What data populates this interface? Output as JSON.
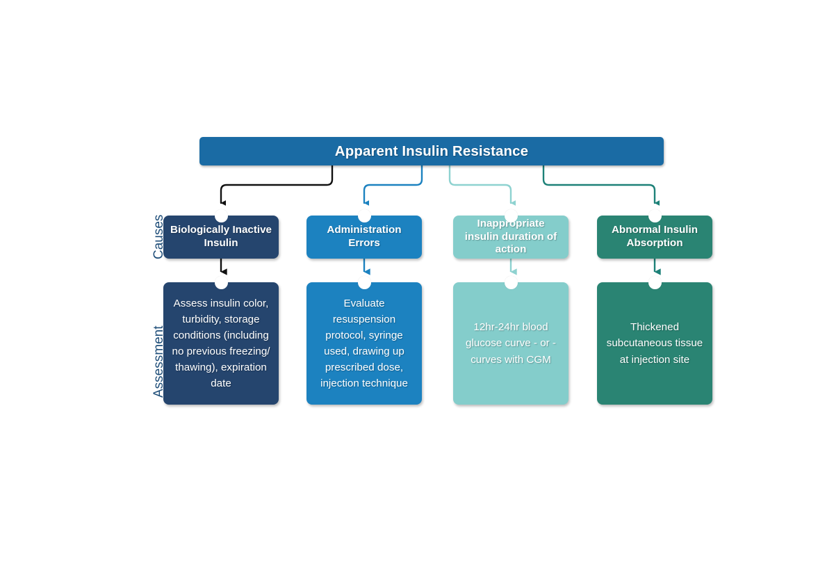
{
  "header": {
    "title": "Apparent Insulin Resistance",
    "color": "#1a6ba4"
  },
  "row_labels": {
    "causes": "Causes",
    "assessment": "Assessment",
    "color": "#1f4e79"
  },
  "columns": [
    {
      "id": "biologically-inactive-insulin",
      "color": "#25456e",
      "connector_color": "#111111",
      "cause": "Biologically Inactive Insulin",
      "assessment": "Assess insulin color, turbidity, storage conditions (including no previous freezing/ thawing), expiration date"
    },
    {
      "id": "administration-errors",
      "color": "#1c82c0",
      "connector_color": "#1c82c0",
      "cause": "Administration Errors",
      "assessment": "Evaluate resuspension protocol, syringe used, drawing up prescribed dose, injection technique"
    },
    {
      "id": "inappropriate-insulin-duration",
      "color": "#84cdcb",
      "connector_color": "#8ed2d0",
      "cause": "Inappropriate insulin duration of action",
      "assessment": "12hr-24hr blood glucose curve - or - curves with CGM"
    },
    {
      "id": "abnormal-insulin-absorption",
      "color": "#2a8473",
      "connector_color": "#1d8178",
      "cause": "Abnormal Insulin Absorption",
      "assessment": "Thickened subcutaneous tissue at injection site"
    }
  ],
  "node_marker": "white-circle-node"
}
